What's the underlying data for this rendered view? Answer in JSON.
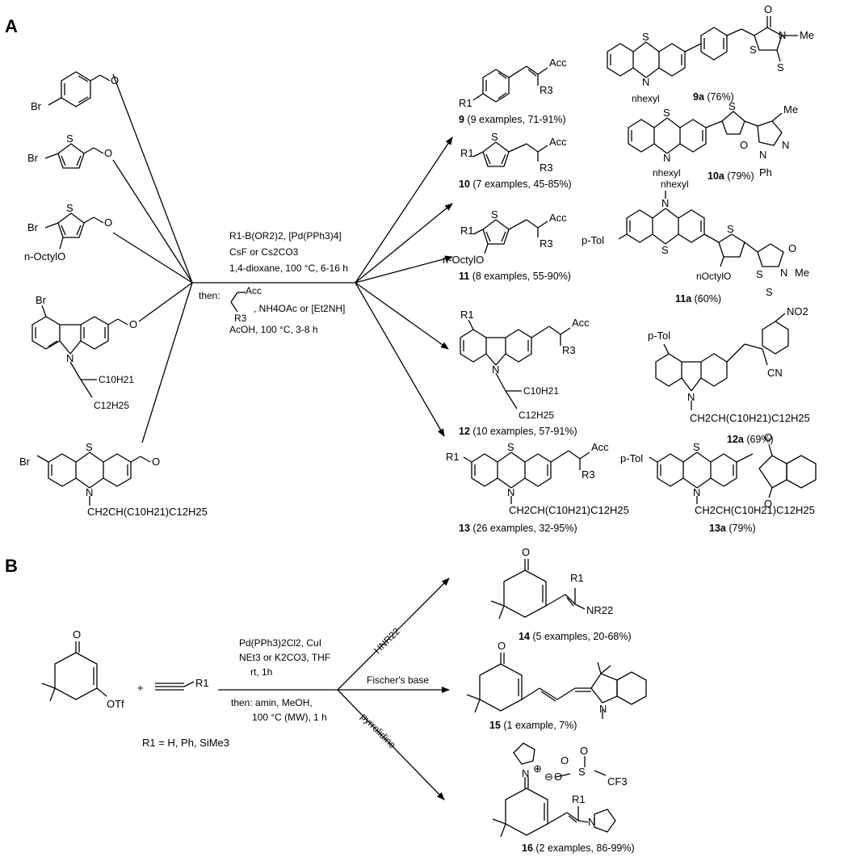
{
  "panels": {
    "a": "A",
    "b": "B"
  },
  "panel_a": {
    "reactants": {
      "br": "Br",
      "aldehyde_o": "O",
      "thiophene_s": "S",
      "octyl": "n-OctylO",
      "carbazole_n": "N",
      "c10": "C10H21",
      "c12": "C12H25",
      "phenothiazine_s": "S",
      "phenothiazine_n": "N",
      "chain": "CH2CH(C10H21)C12H25"
    },
    "conditions": {
      "line1": "R1-B(OR2)2, [Pd(PPh3)4]",
      "line2": "CsF or Cs2CO3",
      "line3": "1,4-dioxane, 100 °C, 6-16 h",
      "then": "then:",
      "acc": "Acc",
      "r3": "R3",
      "line4": ", NH4OAc or [Et2NH]",
      "line5": "AcOH, 100 °C, 3-8 h"
    },
    "products": [
      {
        "num": "9",
        "caption": " (9 examples, 71-91%)"
      },
      {
        "num": "10",
        "caption": " (7 examples, 45-85%)"
      },
      {
        "num": "11",
        "caption": " (8 examples, 55-90%)"
      },
      {
        "num": "12",
        "caption": " (10 examples, 57-91%)"
      },
      {
        "num": "13",
        "caption": " (26 examples, 32-95%)"
      }
    ],
    "labels": {
      "acc": "Acc",
      "r1": "R1",
      "r3": "R3",
      "octyl": "n-OctylO",
      "s": "S",
      "n": "N",
      "chain": "CH2CH(C10H21)C12H25"
    },
    "examples": [
      {
        "num": "9a",
        "caption": " (76%)"
      },
      {
        "num": "10a",
        "caption": " (79%)"
      },
      {
        "num": "11a",
        "caption": " (60%)"
      },
      {
        "num": "12a",
        "caption": " (69%)"
      },
      {
        "num": "13a",
        "caption": " (79%)"
      }
    ],
    "example_labels": {
      "hexyl": "nhexyl",
      "me": "Me",
      "ph": "Ph",
      "ptol": "p-Tol",
      "noctylo": "nOctylO",
      "no2": "NO2",
      "cn": "CN",
      "o": "O",
      "n": "N",
      "s": "S"
    }
  },
  "panel_b": {
    "reactant_otf": "OTf",
    "plus": "+",
    "alkyne_r1": "R1",
    "r1_def": "R1 = H, Ph, SiMe3",
    "conditions": {
      "line1": "Pd(PPh3)2Cl2, CuI",
      "line2": "NEt3 or K2CO3, THF",
      "line3": "rt, 1h",
      "line4": "then: amin, MeOH,",
      "line5": "100 °C (MW), 1 h"
    },
    "arrow_labels": {
      "top": "HNR22",
      "middle": "Fischer's base",
      "bottom": "pyrrolidine"
    },
    "products": [
      {
        "num": "14",
        "caption": " (5 examples, 20-68%)"
      },
      {
        "num": "15",
        "caption": " (1 example, 7%)"
      },
      {
        "num": "16",
        "caption": " (2 examples, 86-99%)"
      }
    ],
    "labels": {
      "o": "O",
      "r1": "R1",
      "nr2": "NR22",
      "n": "N",
      "s": "S",
      "cf3": "CF3",
      "ominus": "O",
      "oo": "O"
    }
  }
}
